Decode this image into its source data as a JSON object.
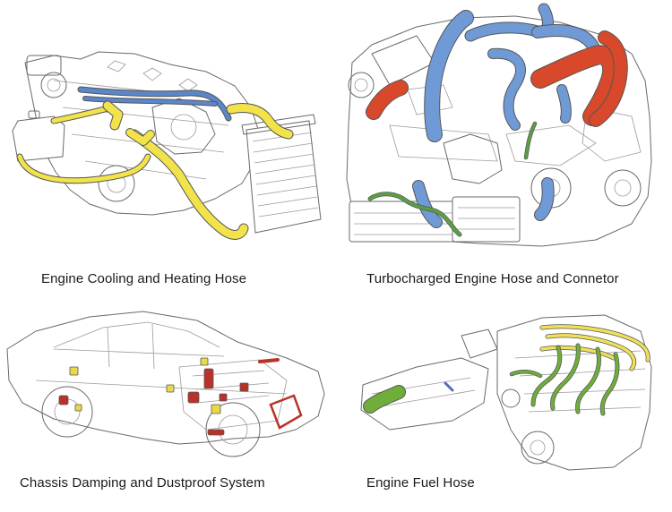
{
  "colors": {
    "cooling_hose": "#f3e34a",
    "heater_hose": "#5b86c9",
    "turbo_intake": "#6f9ad6",
    "turbo_outlet": "#d8482a",
    "turbo_small": "#5aa043",
    "chassis_red": "#b8322a",
    "chassis_yellow": "#e9d84a",
    "fuel_green": "#6fae3a",
    "fuel_yellow": "#efe05a",
    "line": "#6a6a6a"
  },
  "panels": [
    {
      "caption": "Engine Cooling and Heating Hose"
    },
    {
      "caption": "Turbocharged Engine Hose and Connetor"
    },
    {
      "caption": "Chassis Damping and Dustproof System"
    },
    {
      "caption": "Engine Fuel Hose"
    }
  ]
}
